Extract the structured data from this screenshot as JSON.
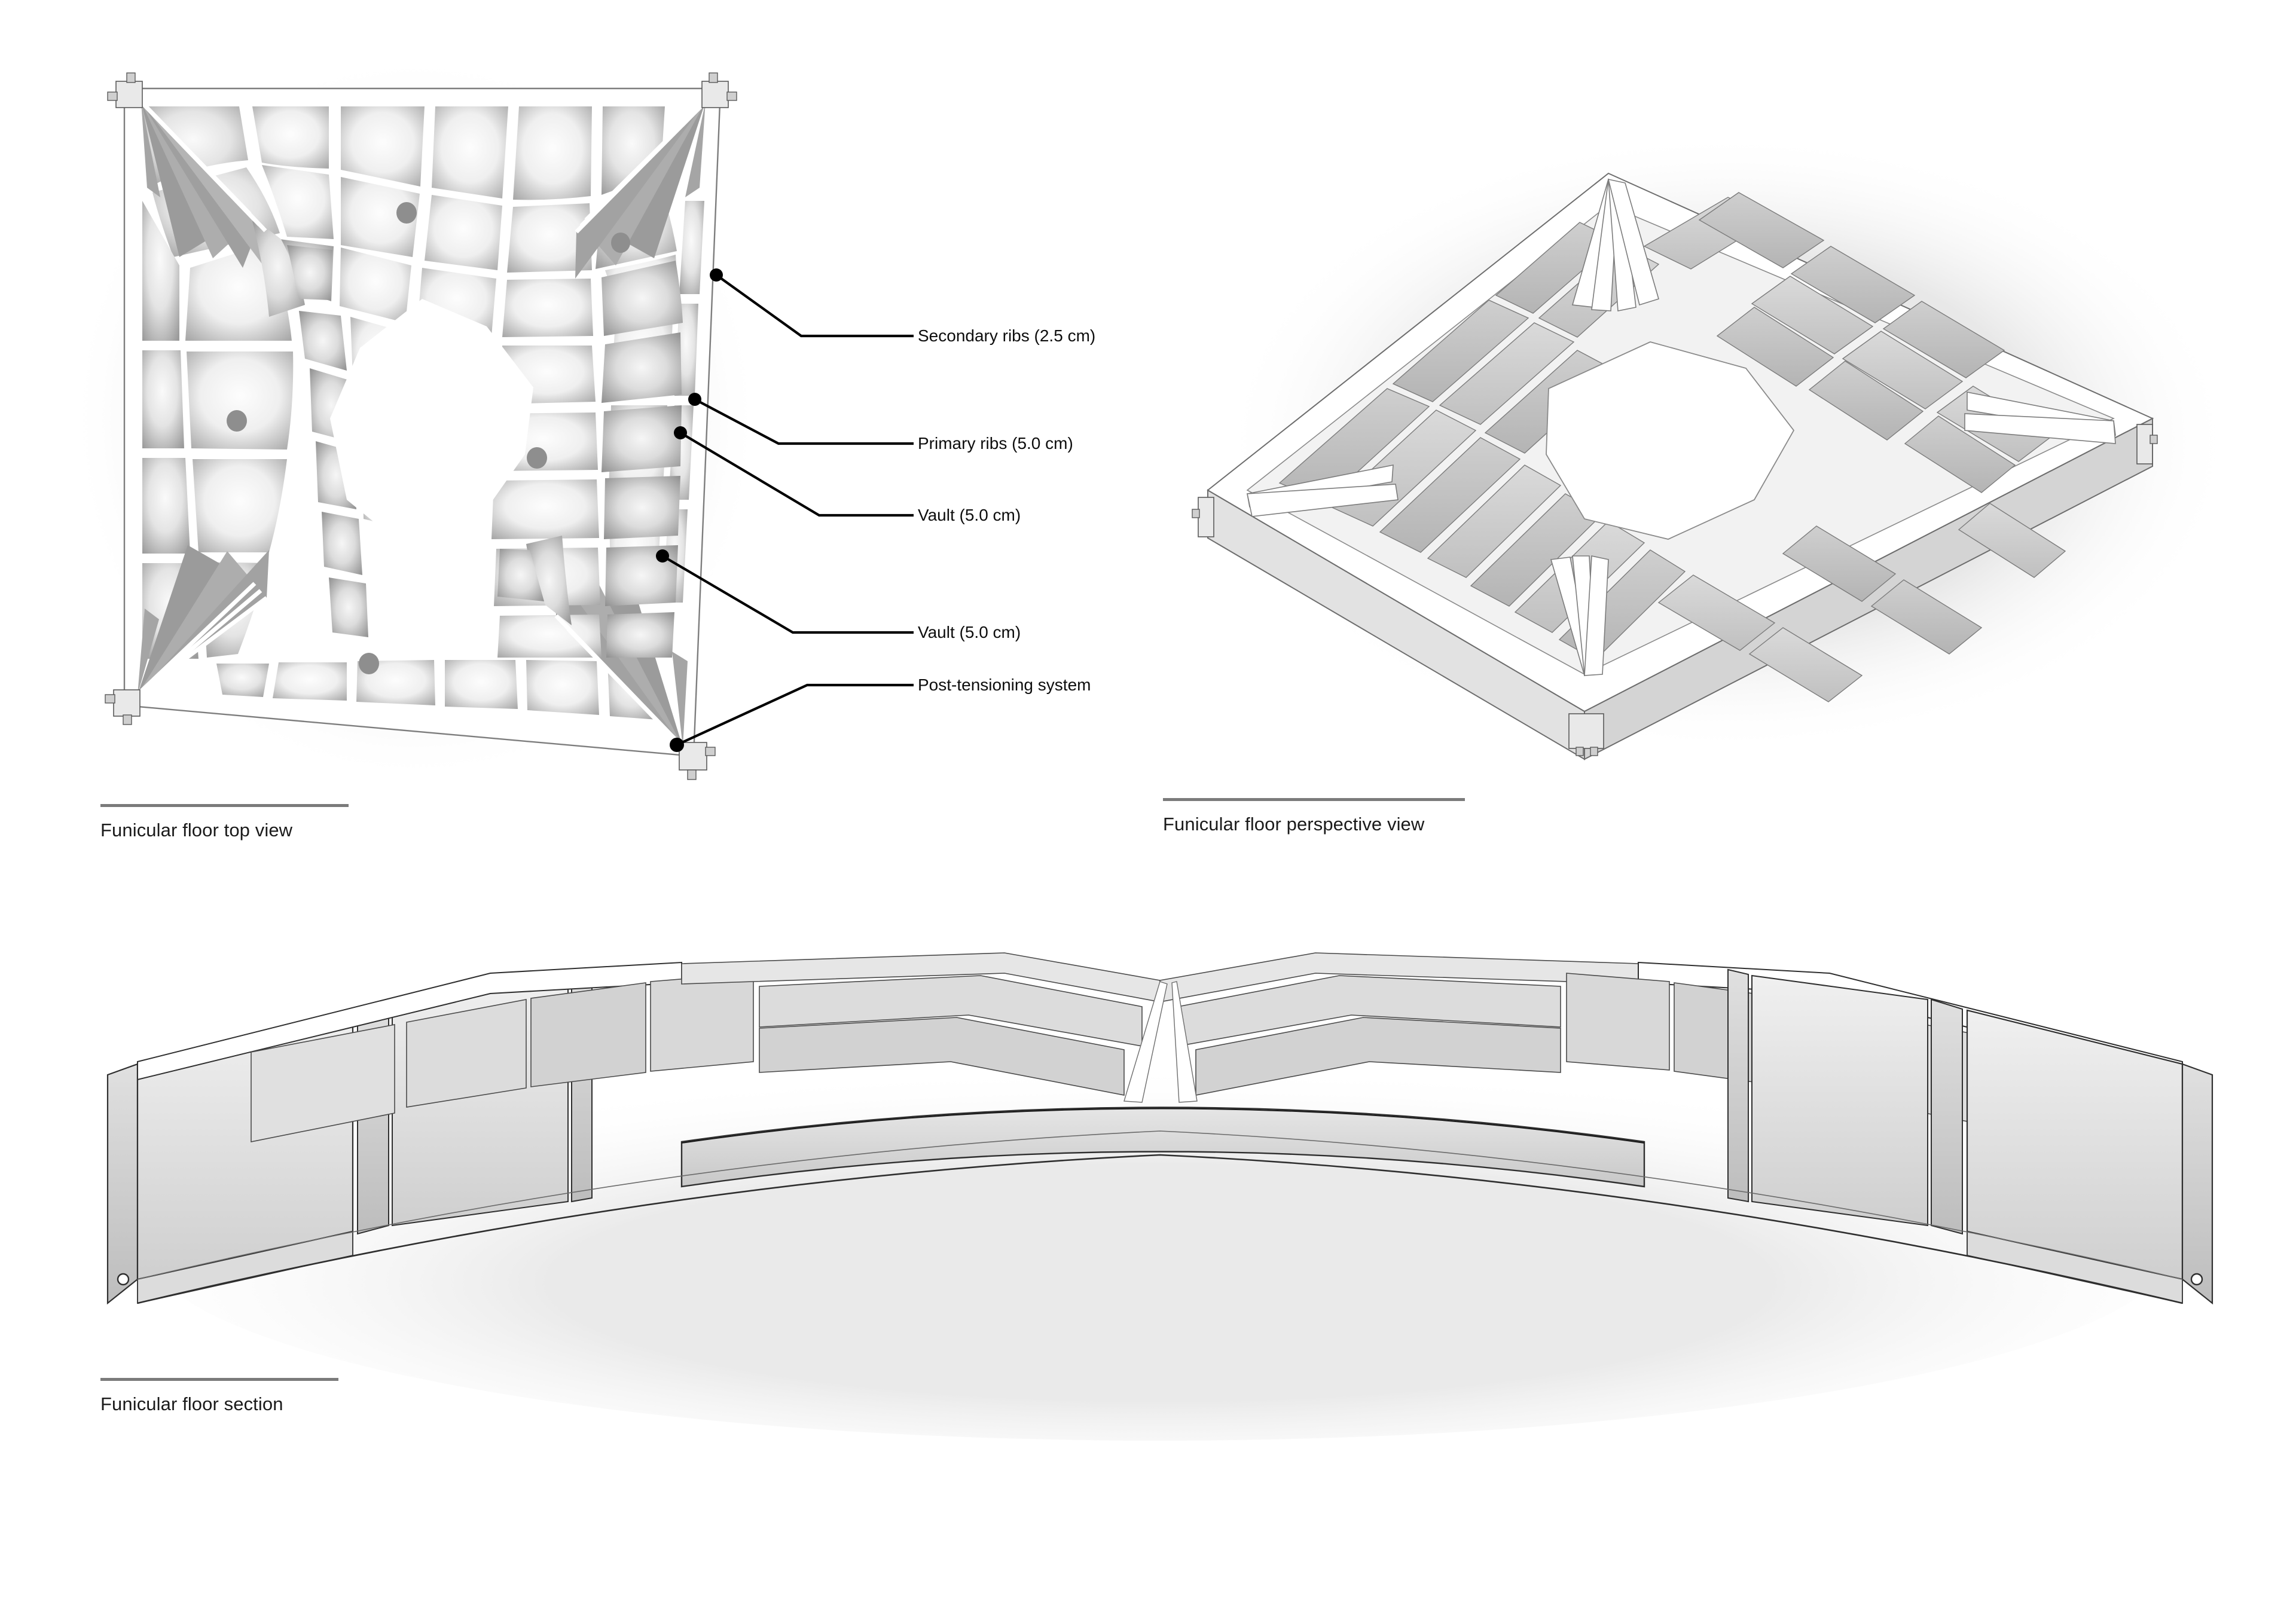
{
  "sheet": {
    "background_color": "#ffffff",
    "ink_color": "#111111"
  },
  "figures": [
    {
      "id": "funicular-floor-top-view",
      "caption": "Funicular floor top view",
      "view": "top",
      "rule_color": "#7b7b7b"
    },
    {
      "id": "funicular-floor-perspective-view",
      "caption": "Funicular floor perspective view",
      "view": "perspective",
      "rule_color": "#7b7b7b"
    },
    {
      "id": "funicular-floor-section",
      "caption": "Funicular floor section",
      "view": "section",
      "rule_color": "#7b7b7b"
    }
  ],
  "captions": {
    "top": "Funicular floor top view",
    "perspective": "Funicular floor perspective view",
    "section": "Funicular floor section"
  },
  "annotations": [
    {
      "id": "secondary-ribs",
      "label": "Secondary ribs (2.5 cm)"
    },
    {
      "id": "primary-ribs",
      "label": "Primary ribs (5.0 cm)"
    },
    {
      "id": "vault-upper",
      "label": "Vault (5.0 cm)"
    },
    {
      "id": "vault-lower",
      "label": "Vault (5.0 cm)"
    },
    {
      "id": "post-tensioning",
      "label": "Post-tensioning system"
    }
  ],
  "components": {
    "secondary_ribs_thickness_cm": "2.5",
    "primary_ribs_thickness_cm": "5.0",
    "vault_thickness_cm": "5.0",
    "post_tensioning_anchors": 4,
    "service_holes_top_view": 5
  },
  "colors": {
    "rib_face": "#ffffff",
    "cell_shading_light": "#f4f4f4",
    "cell_shading_dark": "#9e9e9e",
    "hole_fill": "#8e8e8e",
    "caption_rule": "#7b7b7b",
    "leader_line": "#000000",
    "section_panel": "#d9d9d9"
  }
}
